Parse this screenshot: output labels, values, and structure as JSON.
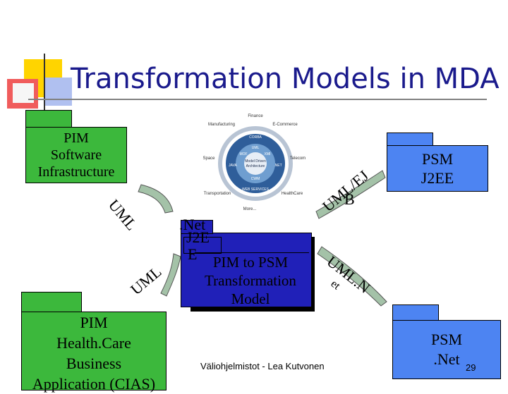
{
  "slide": {
    "title": "Transformation Models in MDA",
    "footer": "Väliohjelmistot - Lea Kutvonen",
    "page_number": "29"
  },
  "boxes": {
    "pim_software": "PIM\nSoftware\nInfrastructure",
    "pim_health": "PIM\nHealth.Care\nBusiness\nApplication (CIAS)",
    "psm_j2ee": "PSM\nJ2EE",
    "psm_net": "PSM\n.Net",
    "net_label": ".Net",
    "j2e_label": "J2E",
    "e_label": "E",
    "transform": "PIM to PSM\nTransformation\nModel"
  },
  "uml_labels": {
    "top_left": "UML",
    "mid_left": "UML",
    "top_right_1": "UML/EJ",
    "top_right_2": "B",
    "mid_right_1": "UML.N",
    "mid_right_2": "et"
  },
  "mda_logo": {
    "center_text": "Model Driven\nArchitecture",
    "ring_labels": [
      "UML",
      "CORBA",
      "MOF",
      "XMI",
      "CWM",
      ".NET",
      "JAVA",
      "WEB SERVICES"
    ],
    "outer_labels": [
      "Finance",
      "E-Commerce",
      "Telecom",
      "Manufacturing",
      "Space",
      "Transportation",
      "HealthCare",
      "More..."
    ]
  },
  "colors": {
    "title": "#1a1a8c",
    "pim_green": "#3cb83c",
    "psm_blue": "#4d84f2",
    "transform_navy": "#2020b8",
    "arrow_fill": "#a4c2a8"
  }
}
